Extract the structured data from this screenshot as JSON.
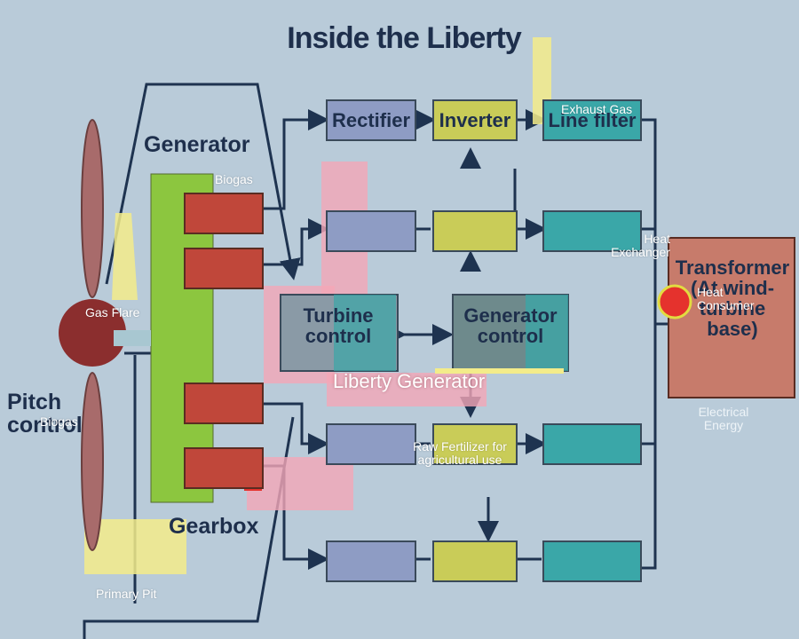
{
  "diagram": {
    "title": "Inside the Liberty",
    "labels": {
      "generator": "Generator",
      "gearbox": "Gearbox",
      "pitch_control": "Pitch control",
      "rectifier": "Rectifier",
      "inverter": "Inverter",
      "line_filter": "Line filter",
      "turbine_control": "Turbine control",
      "generator_control": "Generator control",
      "transformer": "Transformer (At wind-turbine base)"
    },
    "overlay_labels": {
      "exhaust_gas": "Exhaust Gas",
      "biogas_top": "Biogas",
      "heat_exchanger": "Heat Exchanger",
      "heat_consumer": "Heat Consumer",
      "gas_flare": "Gas Flare",
      "liberty_generator": "Liberty Generator",
      "biogas_left": "Biogas",
      "raw_fertilizer": "Raw Fertilizer for agricultural use",
      "electrical_energy": "Electrical Energy",
      "primary_pit": "Primary Pit"
    }
  },
  "colors": {
    "background": "#b9cbd9",
    "box_red": "#c0473a",
    "box_green": "#8cc63f",
    "box_blue": "#8e9cc4",
    "box_yellow": "#c9cc58",
    "box_teal": "#3aa7a8",
    "transformer": "#c77b6b",
    "line": "#1e3350",
    "overlay_pink": "#f4a6b6",
    "overlay_yellow": "#f3ec8a"
  }
}
